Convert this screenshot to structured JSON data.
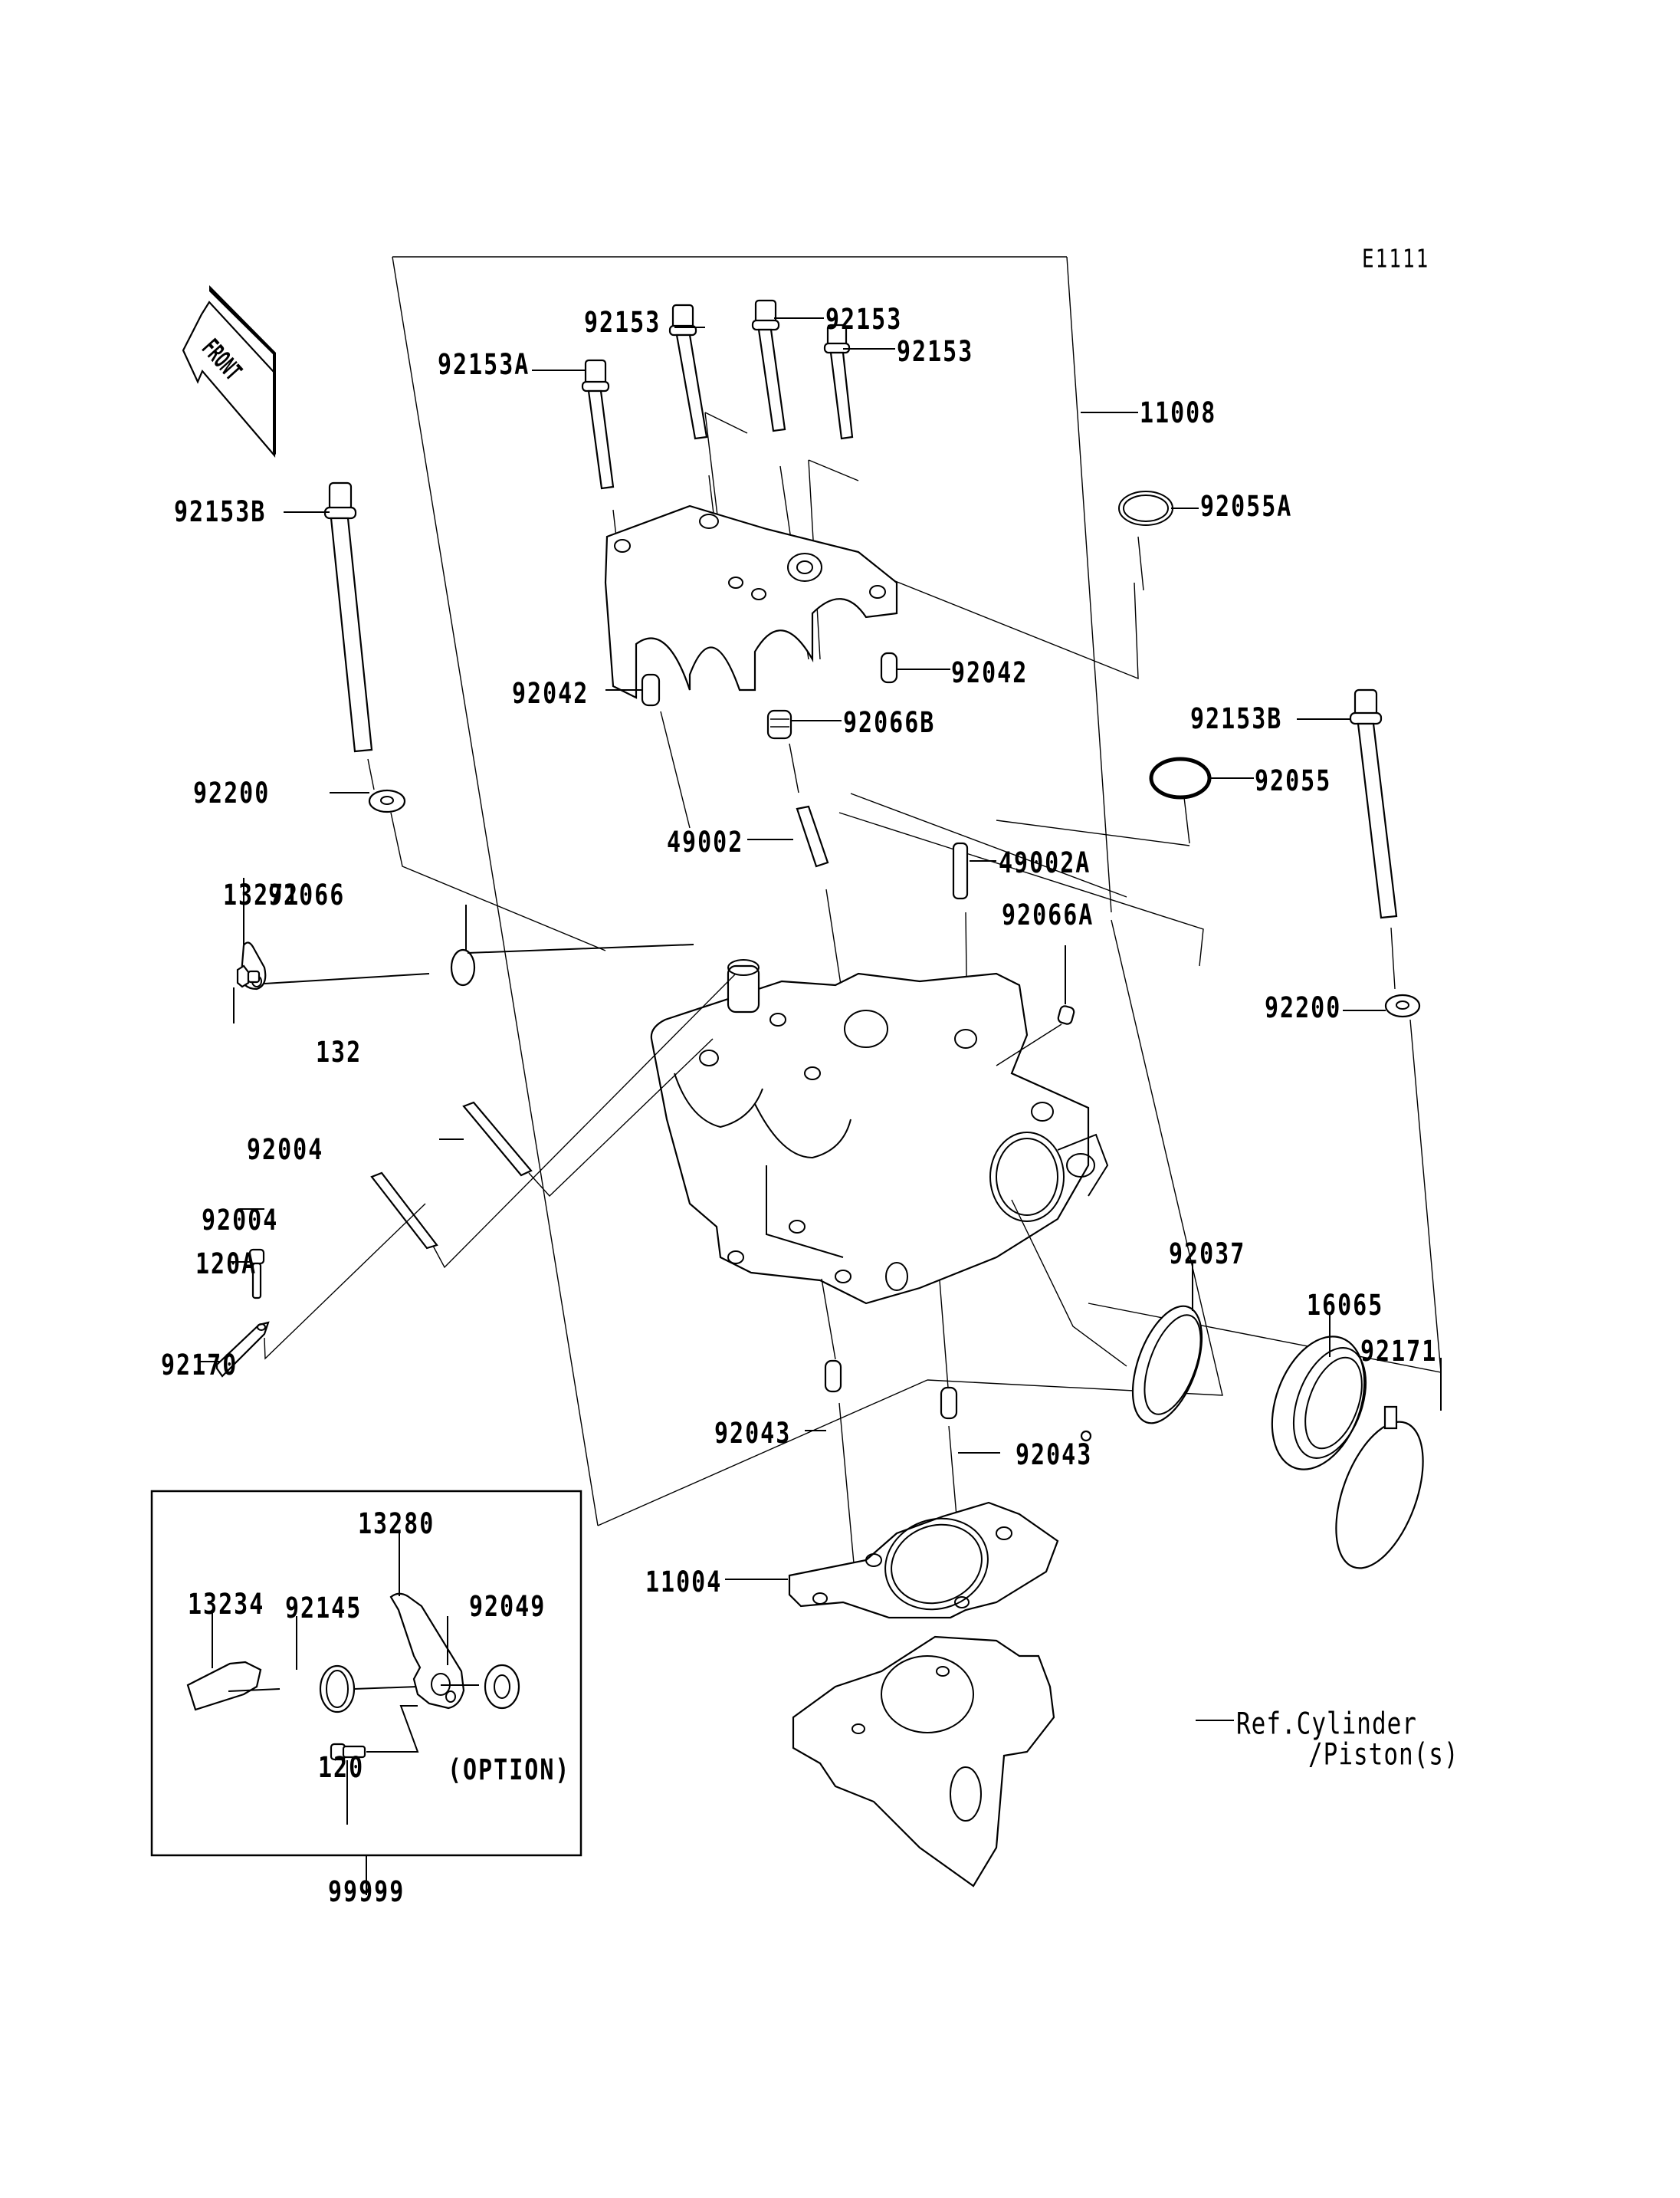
{
  "diagram": {
    "code": "E1111",
    "front_label": "FRONT",
    "option_label": "(OPTION)",
    "ref_label_line1": "Ref.Cylinder",
    "ref_label_line2": "/Piston(s)",
    "parts": {
      "p92153_a": "92153",
      "p92153_b": "92153",
      "p92153_c": "92153",
      "p92153A": "92153A",
      "p11008": "11008",
      "p92055A": "92055A",
      "p92153B_left": "92153B",
      "p92042_left": "92042",
      "p92042_right": "92042",
      "p92066B": "92066B",
      "p92153B_right": "92153B",
      "p92200_left": "92200",
      "p92055": "92055",
      "p49002": "49002",
      "p49002A": "49002A",
      "p13271": "13271",
      "p92066": "92066",
      "p92066A": "92066A",
      "p92200_right": "92200",
      "p132": "132",
      "p92004_a": "92004",
      "p92004_b": "92004",
      "p120A": "120A",
      "p92037": "92037",
      "p16065": "16065",
      "p92171": "92171",
      "p92170": "92170",
      "p92043_left": "92043",
      "p92043_right": "92043",
      "p13280": "13280",
      "p13234": "13234",
      "p92145": "92145",
      "p92049": "92049",
      "p11004": "11004",
      "p120": "120",
      "p99999": "99999"
    }
  }
}
